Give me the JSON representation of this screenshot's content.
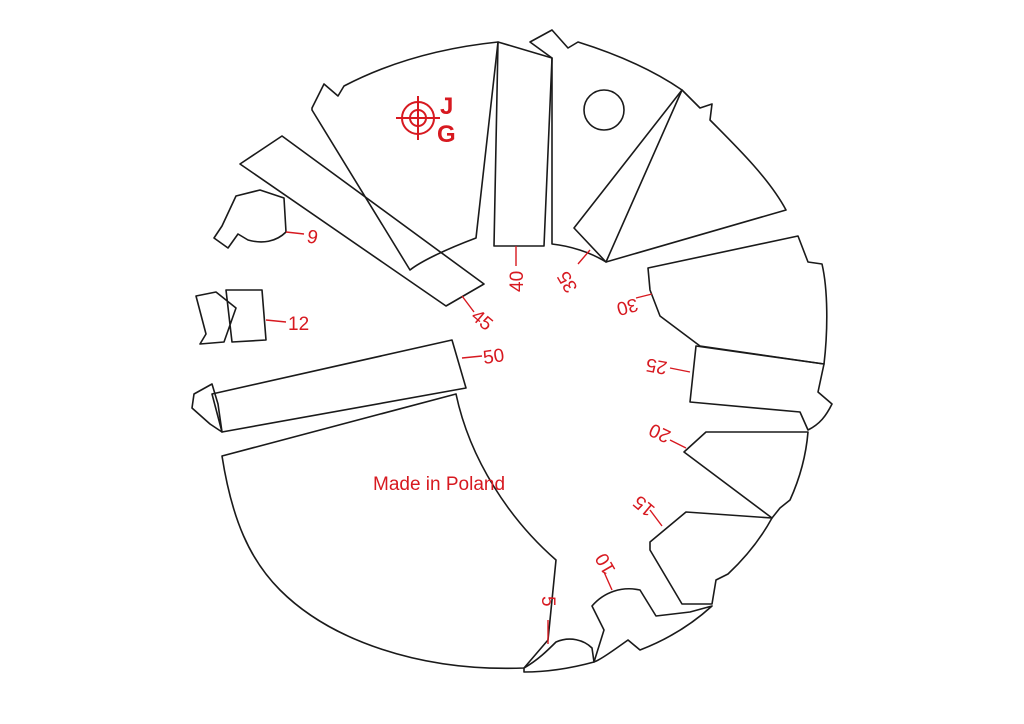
{
  "colors": {
    "ink": "#1a1a1a",
    "accent": "#d71920",
    "background": "#ffffff"
  },
  "logo": {
    "letter_top": "J",
    "letter_bottom": "G",
    "icon": "crosshair-icon"
  },
  "footer_text": "Made in Poland",
  "sizes": [
    {
      "id": "5",
      "text": "5"
    },
    {
      "id": "9",
      "text": "9"
    },
    {
      "id": "10",
      "text": "10"
    },
    {
      "id": "12",
      "text": "12"
    },
    {
      "id": "15",
      "text": "15"
    },
    {
      "id": "20",
      "text": "20"
    },
    {
      "id": "25",
      "text": "25"
    },
    {
      "id": "30",
      "text": "30"
    },
    {
      "id": "35",
      "text": "35"
    },
    {
      "id": "40",
      "text": "40"
    },
    {
      "id": "45",
      "text": "45"
    },
    {
      "id": "50",
      "text": "50"
    }
  ]
}
